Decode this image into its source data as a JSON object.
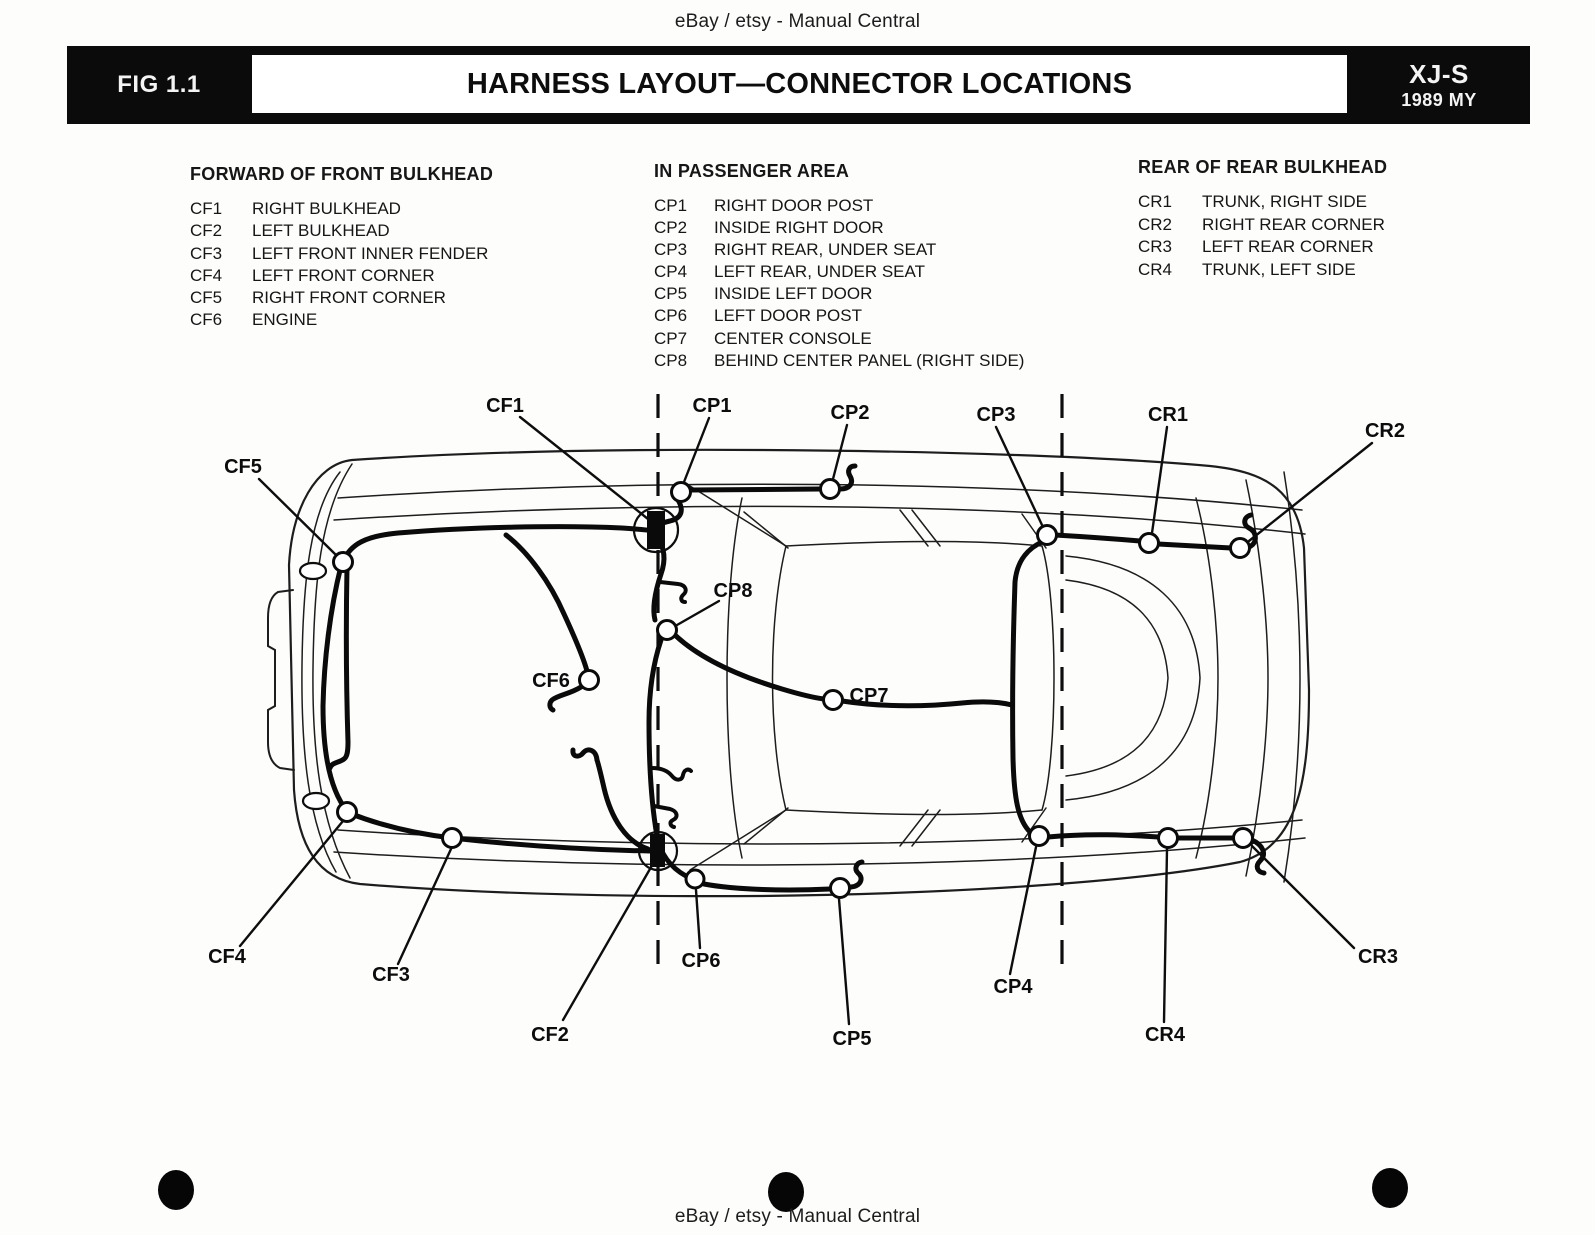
{
  "watermark": {
    "top": "eBay / etsy - Manual Central",
    "bottom": "eBay / etsy - Manual Central"
  },
  "header": {
    "fig": "FIG 1.1",
    "title": "HARNESS LAYOUT—CONNECTOR LOCATIONS",
    "model": "XJ-S",
    "year": "1989 MY"
  },
  "legend": {
    "forward": {
      "heading": "FORWARD OF FRONT BULKHEAD",
      "items": [
        {
          "code": "CF1",
          "label": "RIGHT BULKHEAD"
        },
        {
          "code": "CF2",
          "label": "LEFT BULKHEAD"
        },
        {
          "code": "CF3",
          "label": "LEFT FRONT INNER FENDER"
        },
        {
          "code": "CF4",
          "label": "LEFT FRONT CORNER"
        },
        {
          "code": "CF5",
          "label": "RIGHT FRONT CORNER"
        },
        {
          "code": "CF6",
          "label": "ENGINE"
        }
      ]
    },
    "passenger": {
      "heading": "IN PASSENGER AREA",
      "items": [
        {
          "code": "CP1",
          "label": "RIGHT DOOR POST"
        },
        {
          "code": "CP2",
          "label": "INSIDE RIGHT DOOR"
        },
        {
          "code": "CP3",
          "label": "RIGHT REAR, UNDER SEAT"
        },
        {
          "code": "CP4",
          "label": "LEFT REAR, UNDER SEAT"
        },
        {
          "code": "CP5",
          "label": "INSIDE LEFT DOOR"
        },
        {
          "code": "CP6",
          "label": "LEFT DOOR POST"
        },
        {
          "code": "CP7",
          "label": "CENTER CONSOLE"
        },
        {
          "code": "CP8",
          "label": "BEHIND CENTER PANEL (RIGHT SIDE)"
        }
      ]
    },
    "rear": {
      "heading": "REAR OF REAR BULKHEAD",
      "items": [
        {
          "code": "CR1",
          "label": "TRUNK, RIGHT SIDE"
        },
        {
          "code": "CR2",
          "label": "RIGHT REAR CORNER"
        },
        {
          "code": "CR3",
          "label": "LEFT REAR CORNER"
        },
        {
          "code": "CR4",
          "label": "TRUNK, LEFT SIDE"
        }
      ]
    }
  },
  "diagram": {
    "callouts": {
      "cf1": "CF1",
      "cf2": "CF2",
      "cf3": "CF3",
      "cf4": "CF4",
      "cf5": "CF5",
      "cf6": "CF6",
      "cp1": "CP1",
      "cp2": "CP2",
      "cp3": "CP3",
      "cp4": "CP4",
      "cp5": "CP5",
      "cp6": "CP6",
      "cp7": "CP7",
      "cp8": "CP8",
      "cr1": "CR1",
      "cr2": "CR2",
      "cr3": "CR3",
      "cr4": "CR4"
    }
  }
}
